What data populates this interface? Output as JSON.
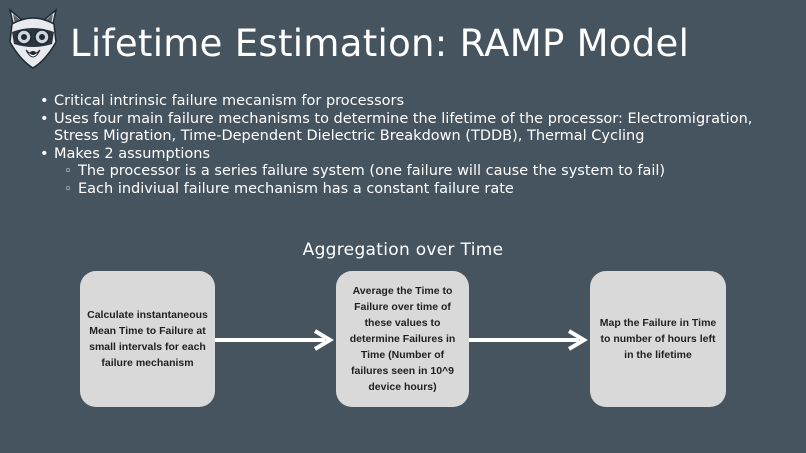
{
  "slide": {
    "title": "Lifetime Estimation: RAMP Model",
    "bullets": [
      "Critical intrinsic failure mecanism for processors",
      "Uses four main failure mechanisms to determine the lifetime of the processor: Electromigration, Stress Migration, Time-Dependent Dielectric Breakdown (TDDB), Thermal Cycling",
      "Makes 2 assumptions"
    ],
    "sub_bullets": [
      "The processor is a series failure system (one failure will cause the system to fail)",
      "Each indiviual failure mechanism has a constant failure rate"
    ],
    "section_title": "Aggregation over Time",
    "flow_boxes": [
      "Calculate instantaneous Mean Time to Failure at small intervals for each failure mechanism",
      "Average the Time to Failure over time of these values to determine Failures in Time (Number of failures seen in 10^9 device hours)",
      "Map the Failure in Time to number of hours left in the lifetime"
    ]
  },
  "colors": {
    "background": "#46545f",
    "box_fill": "#d9d9d9",
    "text": "#ffffff"
  },
  "icons": {
    "logo": "raccoon-mascot-icon",
    "arrow": "right-arrow-icon"
  }
}
